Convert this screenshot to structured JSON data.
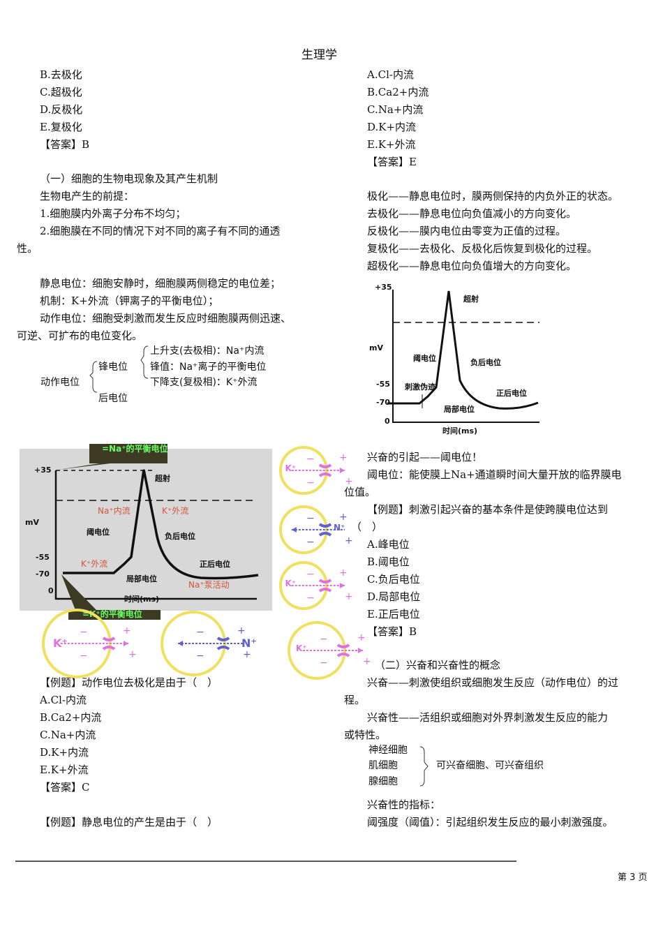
{
  "header": {
    "title": "生理学"
  },
  "left": {
    "top_options": [
      "B.去极化",
      "C.超极化",
      "D.反极化",
      "E.复极化",
      "【答案】B"
    ],
    "section1": [
      "（一）细胞的生物电现象及其产生机制",
      "生物电产生的前提：",
      "1.细胞膜内外离子分布不均匀；",
      "2.细胞膜在不同的情况下对不同的离子有不同的通透",
      "性。"
    ],
    "resting": [
      "静息电位：细胞安静时，细胞膜两侧稳定的电位差；",
      "机制：K+外流（钾离子的平衡电位）；",
      "动作电位：细胞受刺激而发生反应时细胞膜两侧迅速、",
      "可逆、可扩布的电位变化。"
    ],
    "tree": {
      "root": "动作电位",
      "spike": "锋电位",
      "after": "后电位",
      "rise": "上升支(去极相)：Na⁺内流",
      "peak": "锋值：Na⁺离子的平衡电位",
      "fall": "下降支(复极相)：K⁺外流"
    },
    "example1": [
      "【例题】动作电位去极化是由于（　）",
      "A.Cl-内流",
      "B.Ca2+内流",
      "C.Na+内流",
      "D.K+内流",
      "E.K+外流",
      "【答案】C"
    ],
    "example2": "【例题】静息电位的产生是由于（　）"
  },
  "right": {
    "top_options": [
      "A.Cl-内流",
      "B.Ca2+内流",
      "C.Na+内流",
      "D.K+内流",
      "E.K+外流",
      "【答案】E"
    ],
    "definitions": [
      "极化——静息电位时，膜两侧保持的内负外正的状态。",
      "去极化——静息电位向负值减小的方向变化。",
      "反极化——膜内电位由零变为正值的过程。",
      "复极化——去极化、反极化后恢复到极化的过程。",
      "超极化——静息电位向负值增大的方向变化。"
    ],
    "threshold": [
      "兴奋的引起——阈电位！",
      "阈电位：能使膜上Na+通道瞬时间大量开放的临界膜电",
      "位值。",
      "【例题】刺激引起兴奋的基本条件是使跨膜电位达到",
      "（　）",
      "A.峰电位",
      "B.阈电位",
      "C.负后电位",
      "D.局部电位",
      "E.正后电位",
      "【答案】B"
    ],
    "section2": [
      "（二）兴奋和兴奋性的概念",
      "兴奋——刺激使组织或细胞发生反应（动作电位）的过",
      "程。",
      "兴奋性——活组织或细胞对外界刺激发生反应的能力",
      "或特性。"
    ],
    "cells": [
      "神经细胞",
      "肌细胞",
      "腺细胞"
    ],
    "cells_group": "可兴奋细胞、可兴奋组织",
    "index": [
      "兴奋性的指标：",
      "阈强度（阈值）：引起组织发生反应的最小刺激强度。"
    ]
  },
  "figure_small": {
    "y_ticks": [
      "+35",
      "-55",
      "-70",
      "0"
    ],
    "ylabel": "mV",
    "xlabel": "时间(ms)",
    "labels": {
      "overshoot": "超射",
      "threshold": "阈电位",
      "neg_after": "负后电位",
      "stim": "刺激伪迹",
      "pos_after": "正后电位",
      "local": "局部电位"
    }
  },
  "figure_large": {
    "y_ticks": [
      "+35",
      "-55",
      "-70",
      "0"
    ],
    "ylabel": "mV",
    "xlabel": "时间(ms)",
    "callout_top": "=Na⁺的平衡电位",
    "callout_bottom": "=K⁺的平衡电位",
    "labels": {
      "overshoot": "超射",
      "na_in": "Na⁺内流",
      "k_out": "K⁺外流",
      "threshold": "阈电位",
      "neg_after": "负后电位",
      "k_out2": "K⁺外流",
      "pos_after": "正后电位",
      "local": "局部电位",
      "pump": "Na⁺泵活动"
    }
  },
  "ion_cells": {
    "k": "K⁺",
    "n": "N⁺"
  },
  "footer": {
    "page": "第 3 页"
  }
}
